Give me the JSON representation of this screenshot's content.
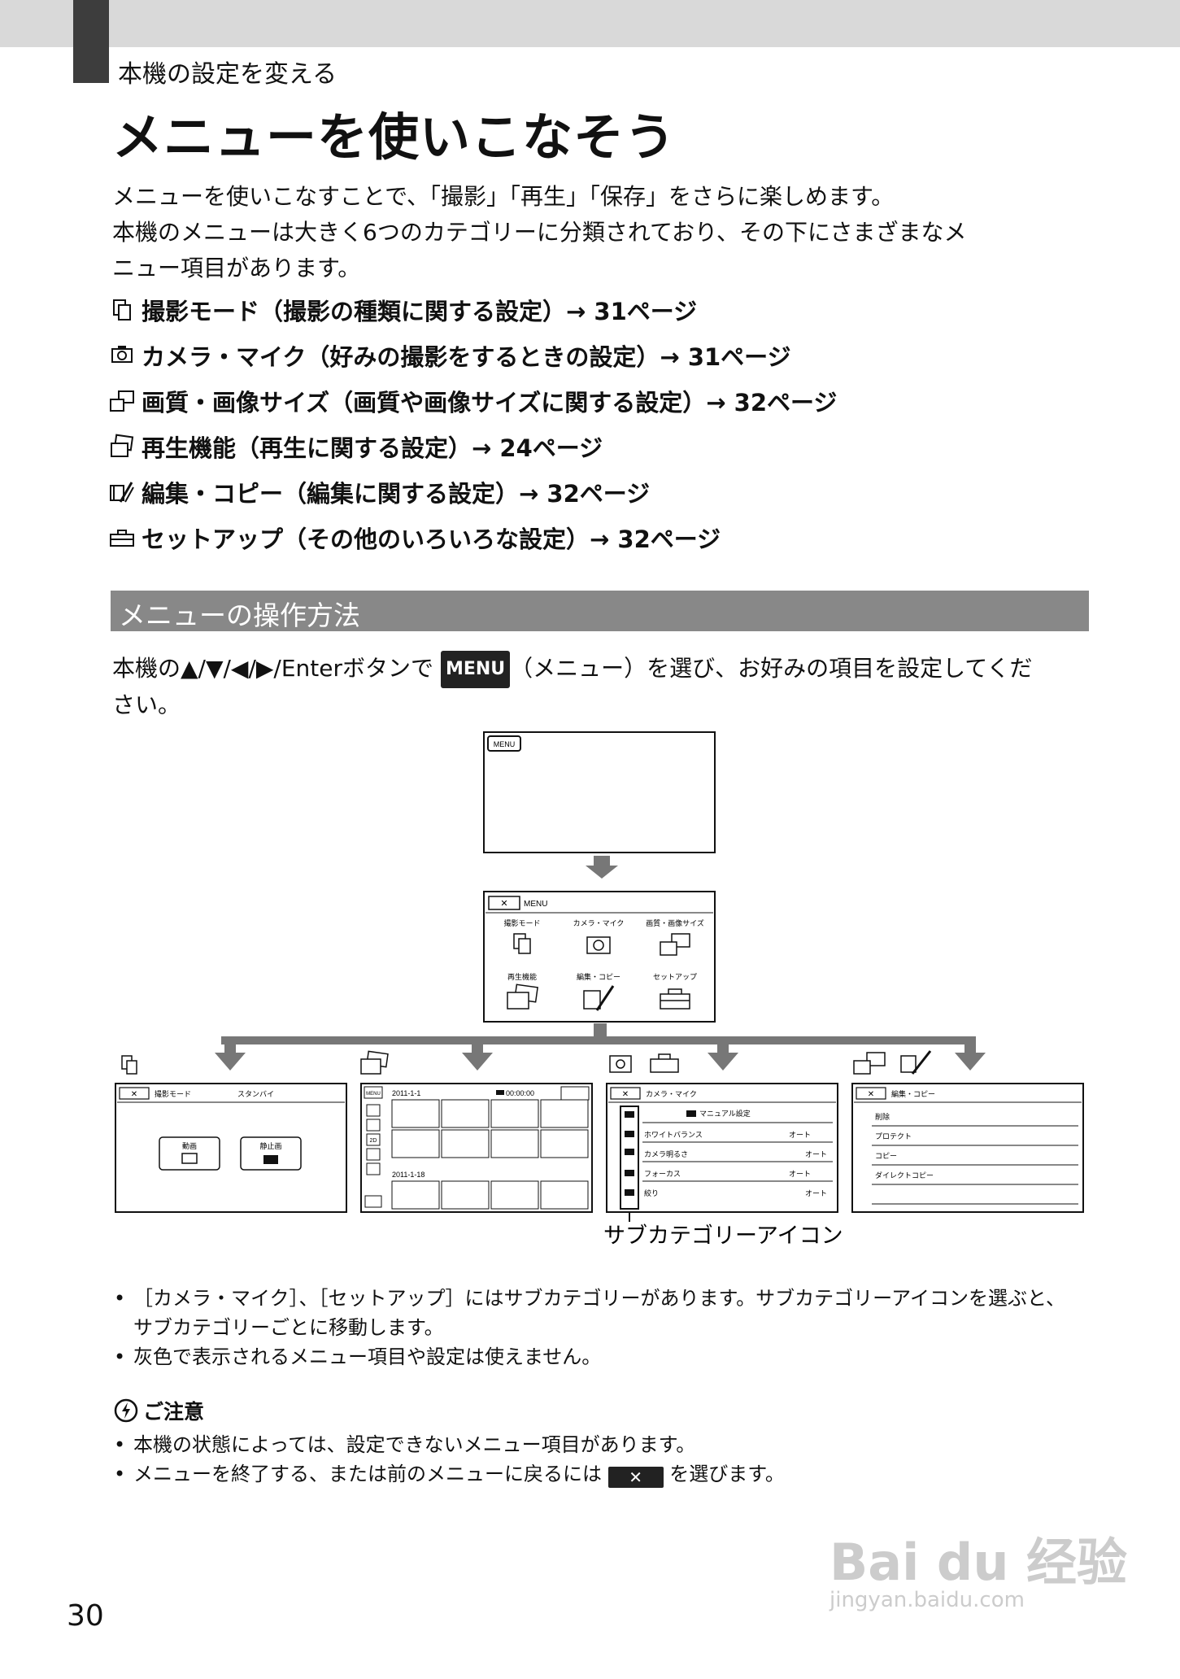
{
  "header": {
    "section": "本機の設定を変える",
    "title": "メニューを使いこなそう"
  },
  "intro": {
    "line1": "メニューを使いこなすことで、「撮影」「再生」「保存」をさらに楽しめます。",
    "line2": "本機のメニューは大きく6つのカテゴリーに分類されており、その下にさまざまなメ",
    "line3": "ニュー項目があります。"
  },
  "categories": [
    {
      "icon": "shooting-mode-icon",
      "text": "撮影モード（撮影の種類に関する設定）→ 31ページ"
    },
    {
      "icon": "camera-mic-icon",
      "text": "カメラ・マイク（好みの撮影をするときの設定）→ 31ページ"
    },
    {
      "icon": "image-quality-icon",
      "text": "画質・画像サイズ（画質や画像サイズに関する設定）→ 32ページ"
    },
    {
      "icon": "playback-icon",
      "text": "再生機能（再生に関する設定）→ 24ページ"
    },
    {
      "icon": "edit-copy-icon",
      "text": "編集・コピー（編集に関する設定）→ 32ページ"
    },
    {
      "icon": "setup-icon",
      "text": "セットアップ（その他のいろいろな設定）→ 32ページ"
    }
  ],
  "ops": {
    "heading": "メニューの操作方法",
    "text_a": "本機の▲/▼/◀/▶/Enterボタンで ",
    "menu_chip": "MENU",
    "text_b": "（メニュー）を選び、お好みの項目を設定してくだ",
    "text_c": "さい。"
  },
  "diagram": {
    "menu_btn": "MENU",
    "menu_title": "MENU",
    "menu_items": [
      "撮影モード",
      "カメラ・マイク",
      "画質・画像サイズ",
      "再生機能",
      "編集・コピー",
      "セットアップ"
    ],
    "p1": {
      "title": "撮影モード",
      "status": "スタンバイ",
      "btn1": "動画",
      "btn2": "静止画"
    },
    "p2": {
      "menu": "MENU",
      "date1": "2011-1-1",
      "time": "00:00:00",
      "date2": "2011-1-18",
      "btn2d": "2D"
    },
    "p3": {
      "title": "カメラ・マイク",
      "sub": "マニュアル設定",
      "rows": [
        [
          "ホワイトバランス",
          "オート"
        ],
        [
          "カメラ明るさ",
          "オート"
        ],
        [
          "フォーカス",
          "オート"
        ],
        [
          "絞り",
          "オート"
        ]
      ]
    },
    "p4": {
      "title": "編集・コピー",
      "rows": [
        "削除",
        "プロテクト",
        "コピー",
        "ダイレクトコピー"
      ]
    },
    "caption": "サブカテゴリーアイコン"
  },
  "notes": [
    "［カメラ・マイク］、［セットアップ］にはサブカテゴリーがあります。サブカテゴリーアイコンを選ぶと、",
    "サブカテゴリーごとに移動します。",
    "灰色で表示されるメニュー項目や設定は使えません。"
  ],
  "caution": {
    "title": "ご注意",
    "items": [
      "本機の状態によっては、設定できないメニュー項目があります。",
      "メニューを終了する、または前のメニューに戻るには",
      "を選びます。"
    ],
    "x_label": "✕"
  },
  "page_number": "30",
  "watermark": {
    "brand": "Bai du 经验",
    "url": "jingyan.baidu.com"
  }
}
